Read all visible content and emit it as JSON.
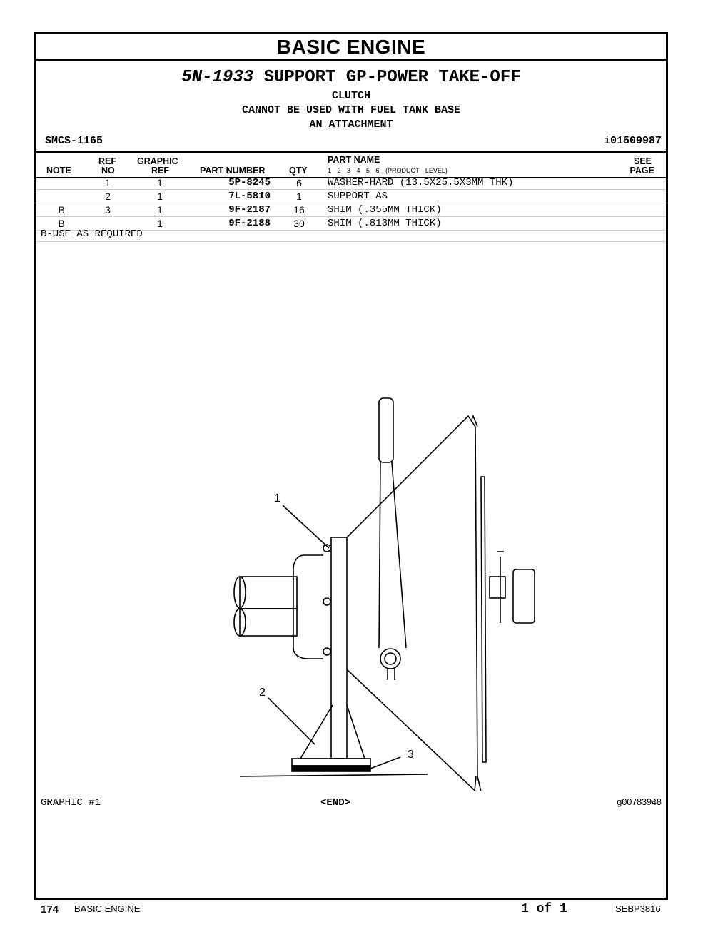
{
  "section_title": "BASIC ENGINE",
  "group": {
    "part_number": "5N-1933",
    "name": "SUPPORT GP-POWER TAKE-OFF",
    "lines": [
      "CLUTCH",
      "CANNOT BE USED WITH FUEL TANK BASE",
      "AN ATTACHMENT"
    ]
  },
  "smcs": "SMCS-1165",
  "info_id": "i01509987",
  "table": {
    "headers": {
      "note": "NOTE",
      "ref_top": "REF",
      "ref_bottom": "NO",
      "graphic_top": "GRAPHIC",
      "graphic_bottom": "REF",
      "part_number": "PART NUMBER",
      "qty": "QTY",
      "part_name": "PART NAME",
      "product_level": "1 2 3 4 5 6 (PRODUCT LEVEL)",
      "see_top": "SEE",
      "see_bottom": "PAGE"
    },
    "rows": [
      {
        "note": "",
        "ref": "1",
        "graphic_ref": "1",
        "part_number": "5P-8245",
        "qty": "6",
        "part_name": "WASHER-HARD (13.5X25.5X3MM THK)"
      },
      {
        "note": "",
        "ref": "2",
        "graphic_ref": "1",
        "part_number": "7L-5810",
        "qty": "1",
        "part_name": "SUPPORT AS"
      },
      {
        "note": "B",
        "ref": "3",
        "graphic_ref": "1",
        "part_number": "9F-2187",
        "qty": "16",
        "part_name": "SHIM (.355MM THICK)"
      },
      {
        "note": "B",
        "ref": "",
        "graphic_ref": "1",
        "part_number": "9F-2188",
        "qty": "30",
        "part_name": "SHIM (.813MM THICK)"
      }
    ]
  },
  "note_text": "B-USE AS REQUIRED",
  "callouts": [
    "1",
    "2",
    "3"
  ],
  "graphic_label": "GRAPHIC #1",
  "end_marker": "<END>",
  "graphic_id": "g00783948",
  "footer": {
    "page_number": "174",
    "section": "BASIC ENGINE",
    "page_of": "1 of 1",
    "doc_id": "SEBP3816"
  }
}
